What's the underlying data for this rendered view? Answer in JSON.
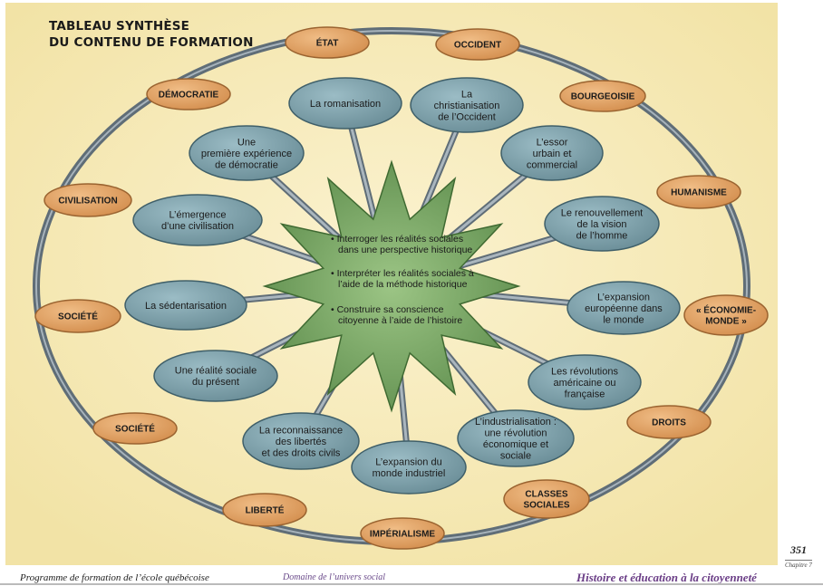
{
  "title": {
    "line1": "TABLEAU SYNTHÈSE",
    "line2": "DU CONTENU DE FORMATION"
  },
  "center": {
    "items": [
      [
        "• Interroger les réalités sociales",
        "dans une perspective historique"
      ],
      [
        "• Interpréter les réalités sociales à",
        "l’aide de la méthode historique"
      ],
      [
        "• Construire sa conscience",
        "citoyenne à l’aide de l’histoire"
      ]
    ]
  },
  "concepts": [
    {
      "id": "etat",
      "lines": [
        "ÉTAT"
      ]
    },
    {
      "id": "occident",
      "lines": [
        "OCCIDENT"
      ]
    },
    {
      "id": "democratie",
      "lines": [
        "DÉMOCRATIE"
      ]
    },
    {
      "id": "bourgeoisie",
      "lines": [
        "BOURGEOISIE"
      ]
    },
    {
      "id": "civilisation",
      "lines": [
        "CIVILISATION"
      ]
    },
    {
      "id": "humanisme",
      "lines": [
        "HUMANISME"
      ]
    },
    {
      "id": "societe-1",
      "lines": [
        "SOCIÉTÉ"
      ]
    },
    {
      "id": "economie-monde",
      "lines": [
        "« ÉCONOMIE-",
        "MONDE »"
      ]
    },
    {
      "id": "societe-2",
      "lines": [
        "SOCIÉTÉ"
      ]
    },
    {
      "id": "droits",
      "lines": [
        "DROITS"
      ]
    },
    {
      "id": "liberte",
      "lines": [
        "LIBERTÉ"
      ]
    },
    {
      "id": "classes-sociales",
      "lines": [
        "CLASSES",
        "SOCIALES"
      ]
    },
    {
      "id": "imperialisme",
      "lines": [
        "IMPÉRIALISME"
      ]
    }
  ],
  "topics": [
    {
      "id": "romanisation",
      "lines": [
        "La romanisation"
      ]
    },
    {
      "id": "christianisation",
      "lines": [
        "La",
        "christianisation",
        "de l’Occident"
      ]
    },
    {
      "id": "democratie-exp",
      "lines": [
        "Une",
        "première expérience",
        "de démocratie"
      ]
    },
    {
      "id": "essor",
      "lines": [
        "L’essor",
        "urbain et",
        "commercial"
      ]
    },
    {
      "id": "civilisation-emergence",
      "lines": [
        "L’émergence",
        "d’une civilisation"
      ]
    },
    {
      "id": "renouvellement",
      "lines": [
        "Le renouvellement",
        "de la vision",
        "de l’homme"
      ]
    },
    {
      "id": "sedentarisation",
      "lines": [
        "La sédentarisation"
      ]
    },
    {
      "id": "expansion-europeenne",
      "lines": [
        "L’expansion",
        "européenne dans",
        "le monde"
      ]
    },
    {
      "id": "realite-sociale",
      "lines": [
        "Une réalité sociale",
        "du présent"
      ]
    },
    {
      "id": "revolutions",
      "lines": [
        "Les révolutions",
        "américaine ou",
        "française"
      ]
    },
    {
      "id": "reconnaissance",
      "lines": [
        "La reconnaissance",
        "des libertés",
        "et des droits civils"
      ]
    },
    {
      "id": "industrialisation",
      "lines": [
        "L’industrialisation :",
        "une révolution",
        "économique et",
        "sociale"
      ]
    },
    {
      "id": "expansion-industrielle",
      "lines": [
        "L’expansion du",
        "monde industriel"
      ]
    }
  ],
  "colors": {
    "background": "#f6e9b4",
    "ring": "#6f7d87",
    "spoke": "#8a98a3",
    "topic_fill": "#7fa1ab",
    "topic_stroke": "#3f5f69",
    "concept_fill": "#e2a366",
    "concept_stroke": "#9a6330",
    "star_fill": "#6f9e5c",
    "star_stroke": "#3f6a32"
  },
  "page": {
    "number": "351",
    "chapter": "Chapitre 7"
  },
  "footer": {
    "left": "Programme de formation de l’école québécoise",
    "middle": "Domaine de l’univers social",
    "right": "Histoire et éducation à la citoyenneté"
  }
}
